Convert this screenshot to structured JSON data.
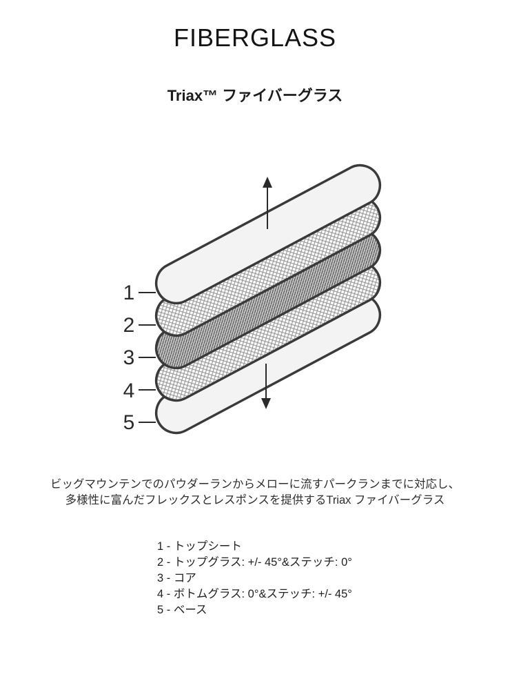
{
  "header": {
    "title": "FIBERGLASS",
    "subtitle": "Triax™ ファイバーグラス"
  },
  "diagram": {
    "numbers": [
      "1",
      "2",
      "3",
      "4",
      "5"
    ],
    "icons": {
      "up_arrow": "arrow-up",
      "down_arrow": "arrow-down"
    }
  },
  "description": {
    "line1": "ビッグマウンテンでのパウダーランからメローに流すパークランまでに対応し、",
    "line2": "多様性に富んだフレックスとレスポンスを提供するTriax ファイバーグラス"
  },
  "legend": {
    "items": [
      "1 - トップシート",
      "2 - トップグラス: +/- 45°&ステッチ: 0°",
      "3 - コア",
      "4 - ボトムグラス: 0°&ステッチ: +/- 45°",
      "5 - ベース"
    ]
  },
  "colors": {
    "outline": "#3a3a3a",
    "solid_layer_fill": "#f3f3f3",
    "crosshatch_line": "#8f8f8f",
    "core_fill": "#c6c6c6",
    "core_line": "#4f4f4f",
    "text": "#222222"
  }
}
